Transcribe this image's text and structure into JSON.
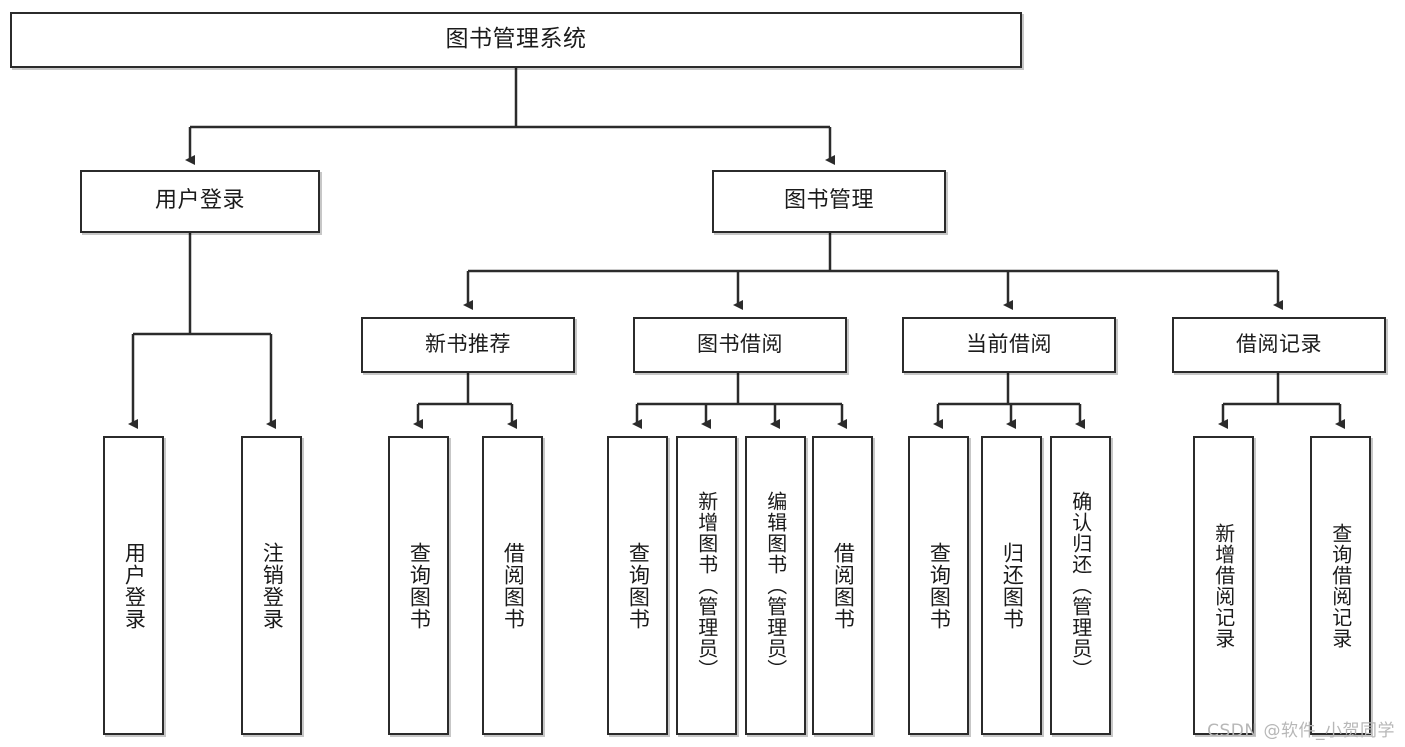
{
  "diagram": {
    "title": "图书管理系统",
    "type": "tree",
    "watermark": "CSDN @软件_小贺同学",
    "colors": {
      "stroke": "#2b2b2b",
      "fill": "#ffffff",
      "text": "#1b1b1b",
      "watermark": "#b7b7b7"
    },
    "root": {
      "label": "图书管理系统"
    },
    "level2": [
      {
        "label": "用户登录"
      },
      {
        "label": "图书管理"
      }
    ],
    "level3": [
      {
        "label": "新书推荐"
      },
      {
        "label": "图书借阅"
      },
      {
        "label": "当前借阅"
      },
      {
        "label": "借阅记录"
      }
    ],
    "leaves": {
      "user_login": [
        {
          "label": "用户登录"
        },
        {
          "label": "注销登录"
        }
      ],
      "new_book": [
        {
          "label": "查询图书"
        },
        {
          "label": "借阅图书"
        }
      ],
      "book_borrow": [
        {
          "label": "查询图书"
        },
        {
          "label": "新增图书（管理员）"
        },
        {
          "label": "编辑图书（管理员）"
        },
        {
          "label": "借阅图书"
        }
      ],
      "current_borrow": [
        {
          "label": "查询图书"
        },
        {
          "label": "归还图书"
        },
        {
          "label": "确认归还（管理员）"
        }
      ],
      "borrow_record": [
        {
          "label": "新增借阅记录"
        },
        {
          "label": "查询借阅记录"
        }
      ]
    }
  }
}
